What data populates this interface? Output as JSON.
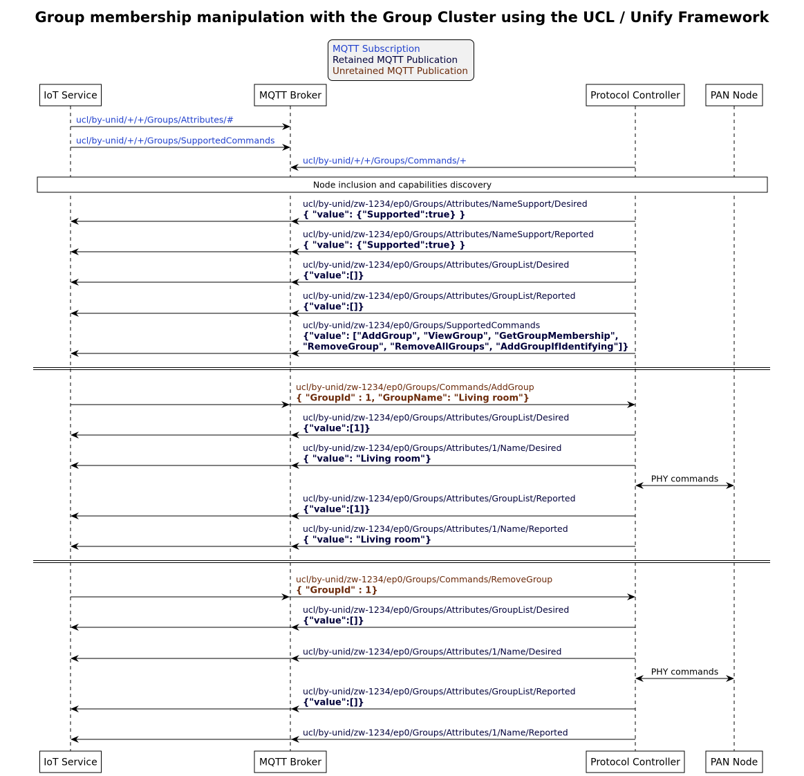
{
  "title": "Group membership manipulation with the Group Cluster using the UCL / Unify Framework",
  "colors": {
    "subscription": "#1f3fcc",
    "retained": "#00003a",
    "unretained": "#6b2a0a",
    "line": "#000000",
    "note_fill": "#ffffff",
    "legend_fill": "#f1f1f1"
  },
  "legend": {
    "subscription": "MQTT Subscription",
    "retained": "Retained MQTT Publication",
    "unretained": "Unretained MQTT Publication"
  },
  "participants": [
    {
      "id": "iot",
      "label": "IoT Service"
    },
    {
      "id": "broker",
      "label": "MQTT Broker"
    },
    {
      "id": "pc",
      "label": "Protocol Controller"
    },
    {
      "id": "pan",
      "label": "PAN Node"
    }
  ],
  "events": [
    {
      "kind": "msg",
      "from": "iot",
      "to": "broker",
      "style": "subscription",
      "lines": [
        "ucl/by-unid/+/+/Groups/Attributes/#"
      ]
    },
    {
      "kind": "msg",
      "from": "iot",
      "to": "broker",
      "style": "subscription",
      "lines": [
        "ucl/by-unid/+/+/Groups/SupportedCommands"
      ]
    },
    {
      "kind": "msg",
      "from": "pc",
      "to": "broker",
      "style": "subscription",
      "lines": [
        "ucl/by-unid/+/+/Groups/Commands/+"
      ]
    },
    {
      "kind": "note",
      "text": "Node inclusion and capabilities discovery"
    },
    {
      "kind": "msg",
      "from": "pc",
      "to": "iot",
      "via": "broker",
      "style": "retained",
      "lines": [
        "ucl/by-unid/zw-1234/ep0/Groups/Attributes/NameSupport/Desired",
        "{ \"value\": {\"Supported\":true} }"
      ]
    },
    {
      "kind": "msg",
      "from": "pc",
      "to": "iot",
      "via": "broker",
      "style": "retained",
      "lines": [
        "ucl/by-unid/zw-1234/ep0/Groups/Attributes/NameSupport/Reported",
        "{ \"value\": {\"Supported\":true} }"
      ]
    },
    {
      "kind": "msg",
      "from": "pc",
      "to": "iot",
      "via": "broker",
      "style": "retained",
      "lines": [
        "ucl/by-unid/zw-1234/ep0/Groups/Attributes/GroupList/Desired",
        "{\"value\":[]}"
      ]
    },
    {
      "kind": "msg",
      "from": "pc",
      "to": "iot",
      "via": "broker",
      "style": "retained",
      "lines": [
        "ucl/by-unid/zw-1234/ep0/Groups/Attributes/GroupList/Reported",
        "{\"value\":[]}"
      ]
    },
    {
      "kind": "msg",
      "from": "pc",
      "to": "iot",
      "via": "broker",
      "style": "retained",
      "lines": [
        "ucl/by-unid/zw-1234/ep0/Groups/SupportedCommands",
        "{\"value\": [\"AddGroup\", \"ViewGroup\", \"GetGroupMembership\",",
        "\"RemoveGroup\", \"RemoveAllGroups\", \"AddGroupIfIdentifying\"]}"
      ]
    },
    {
      "kind": "divider"
    },
    {
      "kind": "msg",
      "from": "iot",
      "to": "pc",
      "via": "broker",
      "style": "unretained",
      "lines": [
        "ucl/by-unid/zw-1234/ep0/Groups/Commands/AddGroup",
        "{ \"GroupId\" : 1, \"GroupName\": \"Living room\"}"
      ]
    },
    {
      "kind": "msg",
      "from": "pc",
      "to": "iot",
      "via": "broker",
      "style": "retained",
      "lines": [
        "ucl/by-unid/zw-1234/ep0/Groups/Attributes/GroupList/Desired",
        "{\"value\":[1]}"
      ]
    },
    {
      "kind": "msg",
      "from": "pc",
      "to": "iot",
      "via": "broker",
      "style": "retained",
      "lines": [
        "ucl/by-unid/zw-1234/ep0/Groups/Attributes/1/Name/Desired",
        "{ \"value\": \"Living room\"}"
      ]
    },
    {
      "kind": "msg",
      "from": "pc",
      "to": "pan",
      "bidir": true,
      "style": "plain",
      "lines": [
        "PHY commands"
      ]
    },
    {
      "kind": "msg",
      "from": "pc",
      "to": "iot",
      "via": "broker",
      "style": "retained",
      "lines": [
        "ucl/by-unid/zw-1234/ep0/Groups/Attributes/GroupList/Reported",
        "{\"value\":[1]}"
      ]
    },
    {
      "kind": "msg",
      "from": "pc",
      "to": "iot",
      "via": "broker",
      "style": "retained",
      "lines": [
        "ucl/by-unid/zw-1234/ep0/Groups/Attributes/1/Name/Reported",
        "{ \"value\": \"Living room\"}"
      ]
    },
    {
      "kind": "divider"
    },
    {
      "kind": "msg",
      "from": "iot",
      "to": "pc",
      "via": "broker",
      "style": "unretained",
      "lines": [
        "ucl/by-unid/zw-1234/ep0/Groups/Commands/RemoveGroup",
        "{ \"GroupId\" : 1}"
      ]
    },
    {
      "kind": "msg",
      "from": "pc",
      "to": "iot",
      "via": "broker",
      "style": "retained",
      "lines": [
        "ucl/by-unid/zw-1234/ep0/Groups/Attributes/GroupList/Desired",
        "{\"value\":[]}"
      ]
    },
    {
      "kind": "msg",
      "from": "pc",
      "to": "iot",
      "via": "broker",
      "style": "retained",
      "lines": [
        "ucl/by-unid/zw-1234/ep0/Groups/Attributes/1/Name/Desired"
      ]
    },
    {
      "kind": "msg",
      "from": "pc",
      "to": "pan",
      "bidir": true,
      "style": "plain",
      "lines": [
        "PHY commands"
      ]
    },
    {
      "kind": "msg",
      "from": "pc",
      "to": "iot",
      "via": "broker",
      "style": "retained",
      "lines": [
        "ucl/by-unid/zw-1234/ep0/Groups/Attributes/GroupList/Reported",
        "{\"value\":[]}"
      ]
    },
    {
      "kind": "msg",
      "from": "pc",
      "to": "iot",
      "via": "broker",
      "style": "retained",
      "lines": [
        "ucl/by-unid/zw-1234/ep0/Groups/Attributes/1/Name/Reported"
      ]
    }
  ]
}
